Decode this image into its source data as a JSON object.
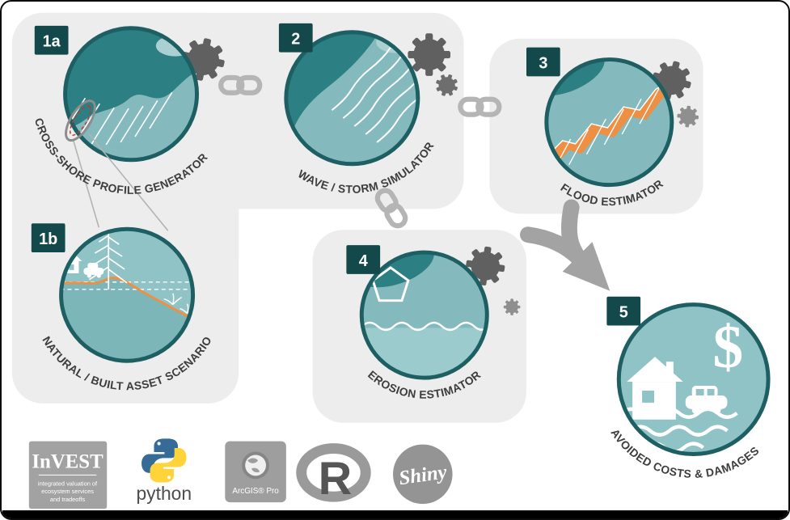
{
  "steps": [
    {
      "badge": "1a",
      "label": "CROSS-SHORE PROFILE GENERATOR"
    },
    {
      "badge": "1b",
      "label": "NATURAL / BUILT ASSET SCENARIO"
    },
    {
      "badge": "2",
      "label": "WAVE / STORM SIMULATOR"
    },
    {
      "badge": "3",
      "label": "FLOOD ESTIMATOR"
    },
    {
      "badge": "4",
      "label": "EROSION ESTIMATOR"
    },
    {
      "badge": "5",
      "label": "AVOIDED COSTS & DAMAGES",
      "symbol": "$"
    }
  ],
  "logos": {
    "invest": {
      "name": "InVEST",
      "tagline": [
        "integrated valuation of",
        "ecosystem services",
        "and tradeoffs"
      ]
    },
    "python": {
      "name": "python"
    },
    "arcgis": {
      "name": "ArcGIS® Pro"
    },
    "r": {
      "name": "R"
    },
    "shiny": {
      "name": "Shiny"
    }
  },
  "icons": [
    "gear-icon",
    "chain-link-icon",
    "merge-arrow-icon",
    "house-icon",
    "car-icon",
    "tree-icon",
    "dollar-icon",
    "globe-icon",
    "profile-highlight-ellipse"
  ],
  "colors": {
    "panel_gray": "#ededed",
    "circle_fill": "#84babd",
    "circle_fill_light": "#abd0d2",
    "circle_stroke": "#1d5f63",
    "land_dark": "#2c7f83",
    "water_light": "#9ccbce",
    "badge_bg": "#13494b",
    "accent_orange": "#ee8f43",
    "gear_dark": "#606060",
    "gear_light": "#8f8f8f",
    "chain_gray": "#b5b5b5",
    "arrow_gray": "#a3a3a3",
    "label_text": "#3d3d3d",
    "logo_gray": "#9e9e9e",
    "python_blue": "#366b98",
    "python_yellow": "#ffd43b"
  }
}
